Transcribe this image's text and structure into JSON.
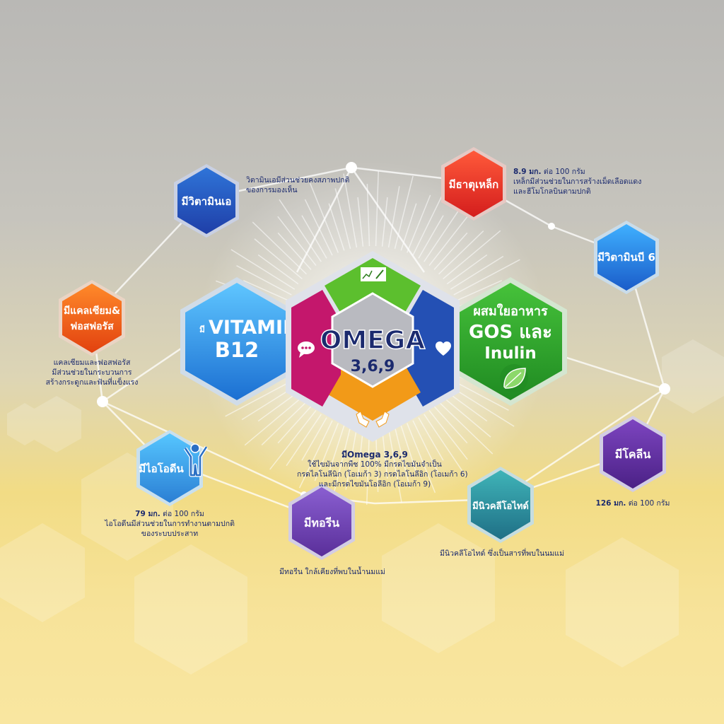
{
  "colors": {
    "blue": "#1f72d6",
    "red": "#e32b22",
    "orange": "#f06a1c",
    "purple": "#5e2e98",
    "green": "#2ea52a",
    "teal": "#2a8c9a",
    "magenta": "#c41a6e",
    "navy": "#1b2a6e"
  },
  "icons": [
    "chat-bubble-icon",
    "heart-icon",
    "hands-icon",
    "growth-chart-icon",
    "leaf-icon",
    "child-icon"
  ],
  "center": {
    "title": "OMEGA",
    "subtitle": "3,6,9"
  },
  "vitamin_b12": {
    "prefix": "มี",
    "line1": "VITAMIN",
    "line2": "B12"
  },
  "gos": {
    "line1": "ผสมใยอาหาร",
    "line2": "GOS และ",
    "line3": "Inulin"
  },
  "vitamin_a": {
    "label": "มีวิตามินเอ",
    "desc1": "วิตามินเอมีส่วนช่วยคงสภาพปกติ",
    "desc2": "ของการมองเห็น"
  },
  "iron": {
    "label": "มีธาตุเหล็ก",
    "amount": "8.9 มก.",
    "unit": "ต่อ 100 กรัม",
    "desc1": "เหล็กมีส่วนช่วยในการสร้างเม็ดเลือดแดง",
    "desc2": "และฮีโมโกลบินตามปกติ"
  },
  "vitamin_b6": {
    "label": "มีวิตามินบี 6"
  },
  "calcium": {
    "label1": "มีแคลเซียม&",
    "label2": "ฟอสฟอรัส",
    "desc1": "แคลเซียมและฟอสฟอรัส",
    "desc2": "มีส่วนช่วยในกระบวนการ",
    "desc3": "สร้างกระดูกและฟันที่แข็งแรง"
  },
  "iodine": {
    "label": "มีไอโอดีน",
    "amount": "79 มก.",
    "unit": "ต่อ 100 กรัม",
    "desc1": "ไอโอดีนมีส่วนช่วยในการทำงานตามปกติ",
    "desc2": "ของระบบประสาท"
  },
  "taurine": {
    "label": "มีทอรีน",
    "desc": "มีทอรีน ใกล้เคียงที่พบในน้ำนมแม่"
  },
  "nucleotide": {
    "label": "มีนิวคลีโอไทด์",
    "desc": "มีนิวคลีโอไทด์ ซึ่งเป็นสารที่พบในนมแม่"
  },
  "choline": {
    "label": "มีโคลีน",
    "amount": "126 มก.",
    "unit": "ต่อ 100 กรัม"
  },
  "omega_desc": {
    "title": "มีOmega 3,6,9",
    "line1": "ใช้ไขมันจากพืช 100% มีกรดไขมันจำเป็น",
    "line2": "กรดไลโนลีนิก (โอเมก้า 3) กรดไลโนลีอิก (โอเมก้า 6)",
    "line3": "และมีกรดไขมันโอลีอิก (โอเมก้า 9)"
  }
}
